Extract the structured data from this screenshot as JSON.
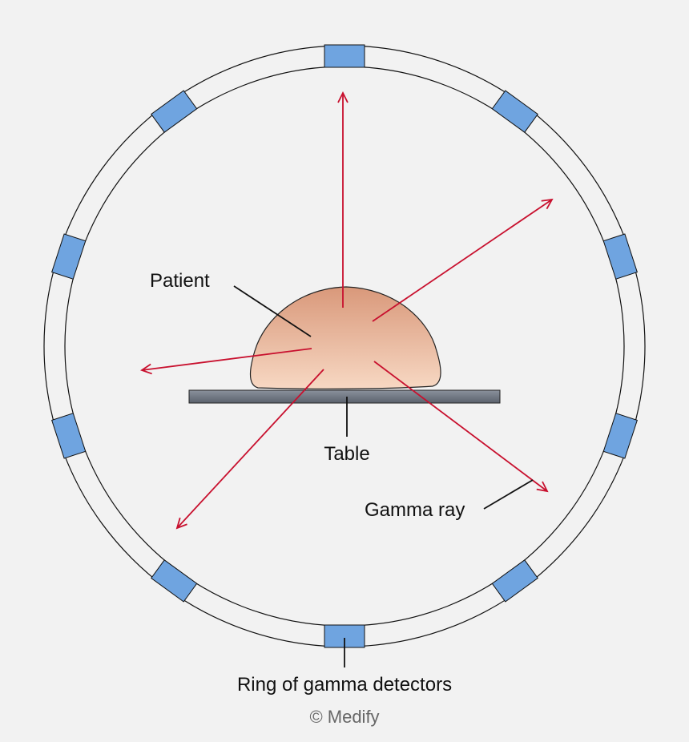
{
  "labels": {
    "patient": "Patient",
    "table": "Table",
    "gamma_ray": "Gamma ray",
    "ring": "Ring of gamma detectors",
    "credit": "© Medify"
  },
  "colors": {
    "background": "#f2f2f2",
    "detector": "#6fa4e0",
    "ray": "#c8102e",
    "table": "#6c7380",
    "patient_top": "#d9987a",
    "patient_bottom": "#f7d8c3"
  }
}
